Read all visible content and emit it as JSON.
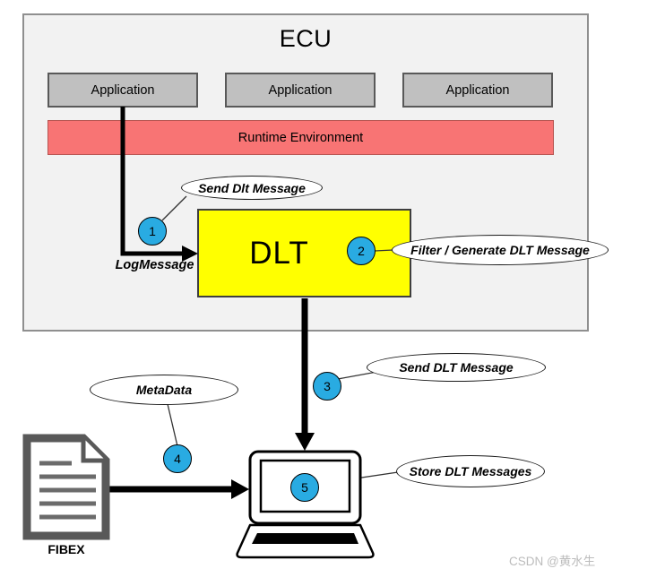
{
  "diagram": {
    "ecu_title": "ECU",
    "applications": [
      "Application",
      "Application",
      "Application"
    ],
    "runtime_label": "Runtime Environment",
    "dlt_label": "DLT",
    "log_message_label": "LogMessage",
    "fibex_label": "FIBEX",
    "callouts": [
      {
        "step": "1",
        "text": "Send Dlt Message"
      },
      {
        "step": "2",
        "text": "Filter / Generate DLT Message"
      },
      {
        "step": "3",
        "text": "Send DLT Message"
      },
      {
        "step": "4",
        "text": "MetaData"
      },
      {
        "step": "5",
        "text": "Store DLT Messages"
      }
    ],
    "watermark": "CSDN @黄水生",
    "colors": {
      "ecu_fill": "#f2f2f2",
      "ecu_border": "#8f8f8f",
      "application_fill": "#c0c0c0",
      "application_border": "#595959",
      "runtime_fill": "#f87474",
      "runtime_border": "#b65551",
      "dlt_fill": "#ffff00",
      "dlt_border": "#3f3f3f",
      "step_circle_fill": "#29abe2",
      "arrow_color": "#000000",
      "document_icon_color": "#595959",
      "watermark_color": "#bcbcbc"
    }
  }
}
